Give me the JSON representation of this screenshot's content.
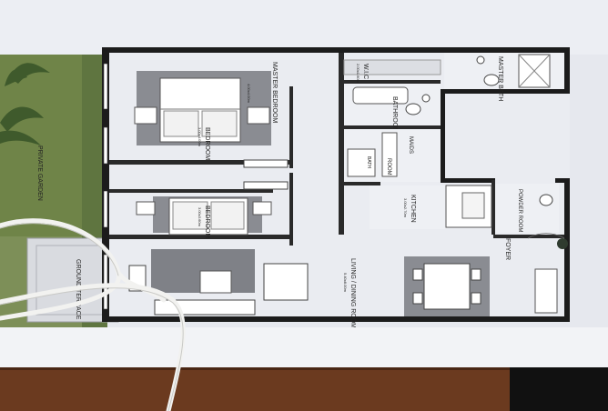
{
  "rooms": {
    "master_bedroom": "MASTER BEDROOM",
    "master_bedroom_size": "4.00x4.00m",
    "bedroom1": "BEDROOM",
    "bedroom1_size": "3.00x4.00m",
    "bedroom2": "BEDROOM",
    "bedroom2_size": "3.00x3.60m",
    "wic": "W.I.C",
    "wic_size": "2.00x1.60m",
    "master_bath": "MASTER BATH",
    "bathroom": "BATHROOM",
    "maids": "MAIDS",
    "maids_bath": "BATH",
    "maids_room": "ROOM",
    "kitchen": "KITCHEN",
    "kitchen_size": "3.00x2.70m",
    "powder_room": "POWDER ROOM",
    "foyer": "FOYER",
    "living": "LIVING / DINING ROOM",
    "living_size": "5.40x8.00m",
    "private_garden": "PRIVATE GARDEN",
    "ground_terrace": "GROUND TERRACE"
  },
  "colors": {
    "paper": "#e9ebf1",
    "wall": "#1c1c1c",
    "grass": "#6f8448",
    "rug": "#7f8187",
    "wood": "#6b3a1f",
    "cable": "#f2f2f0"
  }
}
